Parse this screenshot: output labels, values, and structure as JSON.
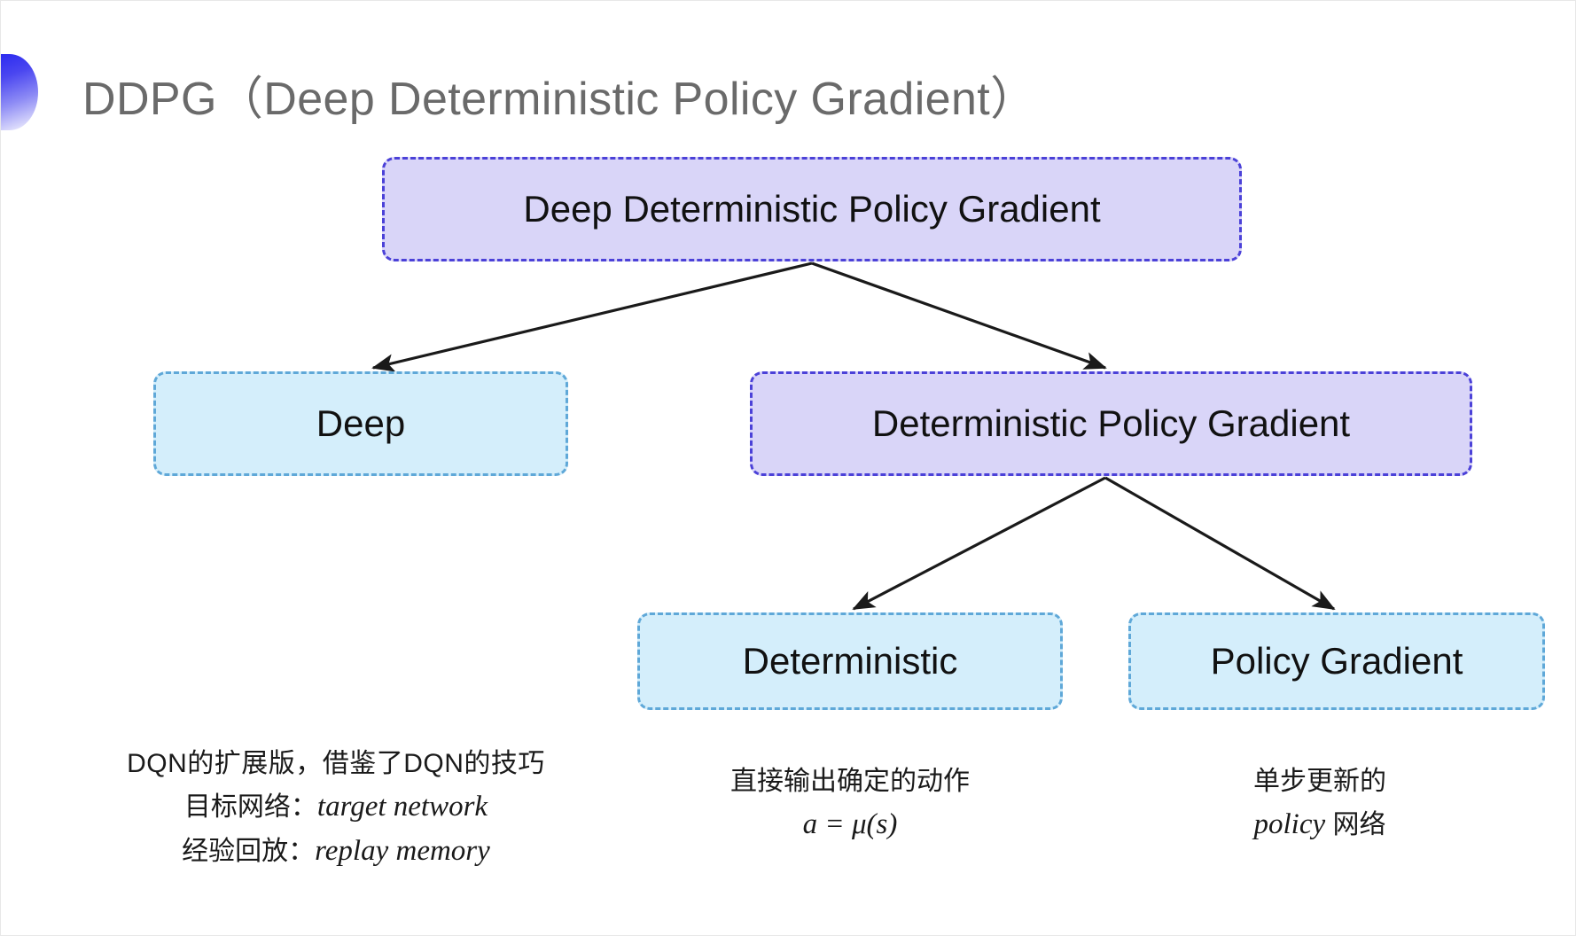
{
  "slide": {
    "title": "DDPG（Deep Deterministic Policy Gradient）",
    "bullet_icon": "half-circle-bullet-icon",
    "background_color": "#ffffff",
    "title_color": "#6a6a6a"
  },
  "colors": {
    "purple_fill": "#d9d5f8",
    "purple_border": "#4b41d8",
    "cyan_fill": "#d4eefb",
    "cyan_border": "#5fa8d8",
    "arrow": "#1a1a1a"
  },
  "diagram": {
    "type": "tree",
    "nodes": [
      {
        "id": "root",
        "label": "Deep Deterministic Policy Gradient",
        "style": "purple",
        "level": 0
      },
      {
        "id": "deep",
        "label": "Deep",
        "style": "cyan",
        "level": 1
      },
      {
        "id": "dpg",
        "label": "Deterministic Policy Gradient",
        "style": "purple",
        "level": 1
      },
      {
        "id": "det",
        "label": "Deterministic",
        "style": "cyan",
        "level": 2
      },
      {
        "id": "pg",
        "label": "Policy Gradient",
        "style": "cyan",
        "level": 2
      }
    ],
    "edges": [
      {
        "from": "root",
        "to": "deep"
      },
      {
        "from": "root",
        "to": "dpg"
      },
      {
        "from": "dpg",
        "to": "det"
      },
      {
        "from": "dpg",
        "to": "pg"
      }
    ]
  },
  "annotations": {
    "deep": {
      "line1": "DQN的扩展版，借鉴了DQN的技巧",
      "line2_label": "目标网络：",
      "line2_term": "target network",
      "line3_label": "经验回放：",
      "line3_term": "replay memory"
    },
    "deterministic": {
      "line1": "直接输出确定的动作",
      "formula": "a = μ(s)"
    },
    "policy_gradient": {
      "line1": "单步更新的",
      "line2_term": "policy",
      "line2_suffix": " 网络"
    }
  }
}
